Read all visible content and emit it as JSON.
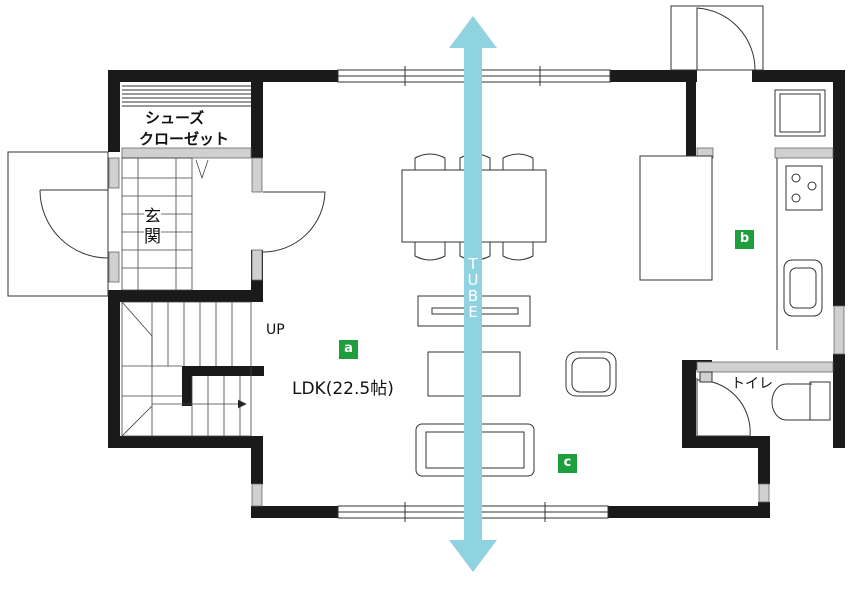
{
  "labels": {
    "shoe_closet_line1": "シューズ",
    "shoe_closet_line2": "クローゼット",
    "entrance_char1": "玄",
    "entrance_char2": "関",
    "up": "UP",
    "ldk": "LDK(22.5帖)",
    "toilet": "トイレ"
  },
  "markers": {
    "a": "a",
    "b": "b",
    "c": "c"
  },
  "tube_letters": [
    "T",
    "U",
    "B",
    "E"
  ],
  "colors": {
    "wall": "#1a1a1a",
    "marker": "#1e9e3c",
    "arrow": "#8fd3e0",
    "glass": "#cfcfcf"
  }
}
